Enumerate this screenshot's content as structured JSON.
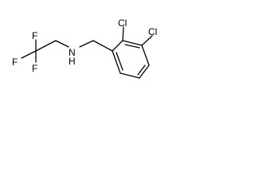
{
  "molecule": {
    "atoms": {
      "fluorine_top": "F",
      "fluorine_left": "F",
      "fluorine_bottom": "F",
      "nitrogen": "N",
      "nitrogen_hydrogen": "H",
      "chlorine_ortho": "Cl",
      "chlorine_meta": "Cl"
    },
    "colors": {
      "bond": "#000000",
      "label": "#000000",
      "background": "#ffffff"
    }
  }
}
